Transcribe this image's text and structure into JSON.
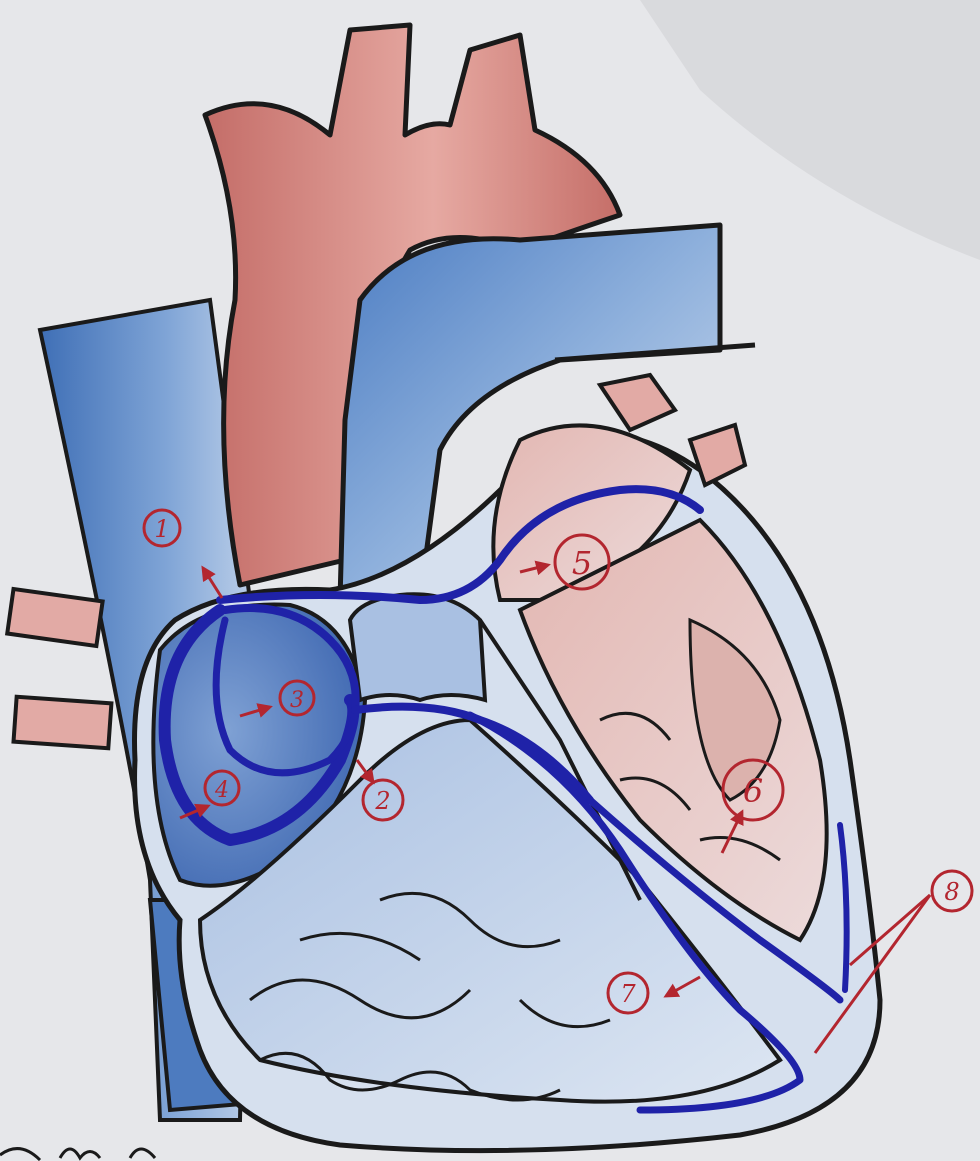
{
  "palette": {
    "paper": "#e6e7ea",
    "artery_red": "#c96f6a",
    "artery_light": "#e2a19b",
    "vein_blue": "#4f7fc0",
    "vein_light": "#bcd0ea",
    "ventricle_pale": "#c8d6ea",
    "pathway_navy": "#1f22a8",
    "marker_red": "#b3262f",
    "outline": "#1a1a1a"
  },
  "markers": [
    {
      "id": "m1",
      "label": "1"
    },
    {
      "id": "m2",
      "label": "2"
    },
    {
      "id": "m3",
      "label": "3"
    },
    {
      "id": "m4",
      "label": "4"
    },
    {
      "id": "m5",
      "label": "5"
    },
    {
      "id": "m6",
      "label": "6"
    },
    {
      "id": "m7",
      "label": "7"
    },
    {
      "id": "m8",
      "label": "8"
    }
  ]
}
